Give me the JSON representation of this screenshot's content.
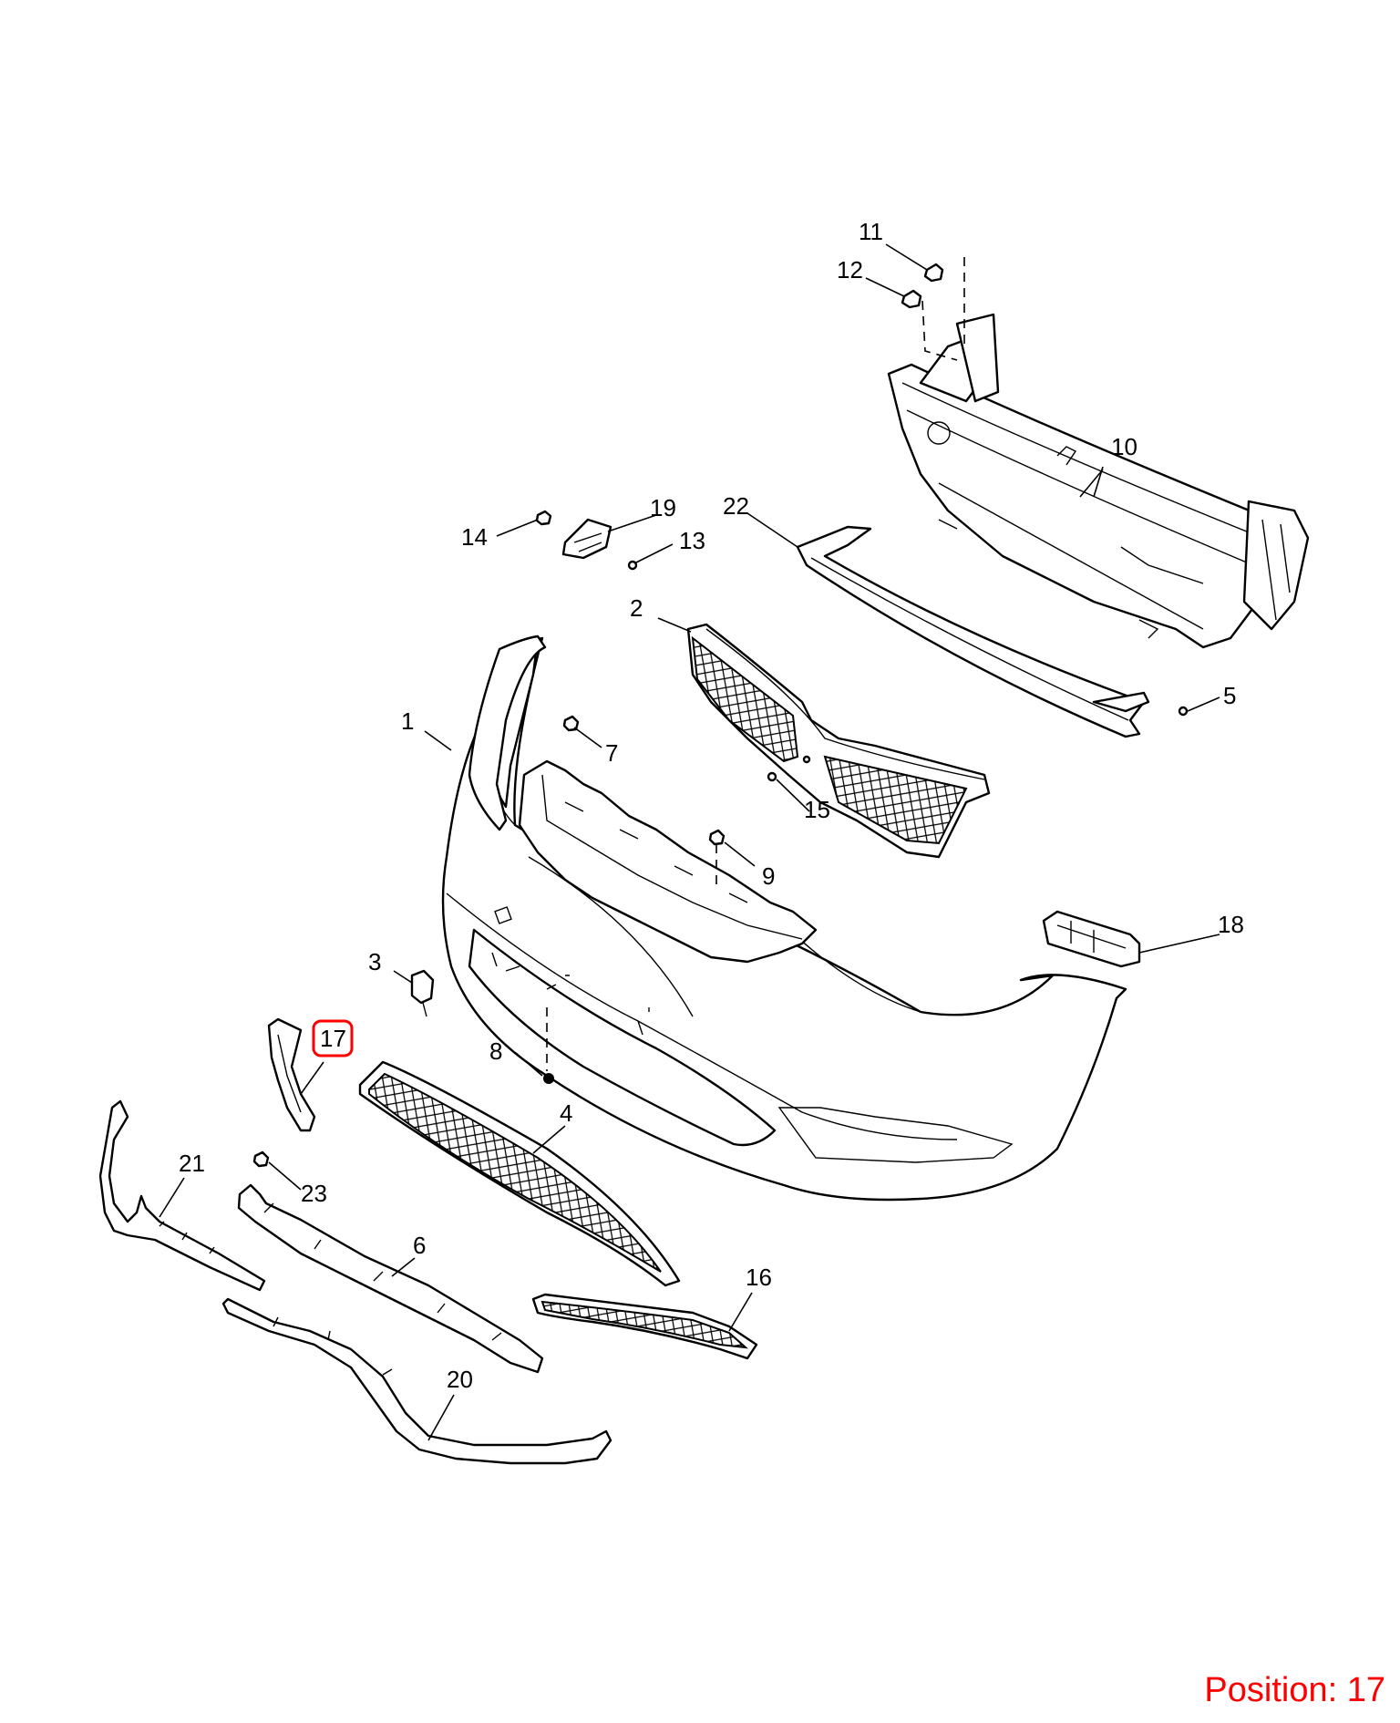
{
  "diagram": {
    "callouts": {
      "c1": "1",
      "c2": "2",
      "c3": "3",
      "c4": "4",
      "c5": "5",
      "c6": "6",
      "c7": "7",
      "c8": "8",
      "c9": "9",
      "c10": "10",
      "c11": "11",
      "c12": "12",
      "c13": "13",
      "c14": "14",
      "c15": "15",
      "c16": "16",
      "c17": "17",
      "c18": "18",
      "c19": "19",
      "c20": "20",
      "c21": "21",
      "c22": "22",
      "c23": "23"
    },
    "highlighted_callout": "17",
    "highlight_color": "#ff0000",
    "line_color": "#000000"
  },
  "position": {
    "prefix": "Position:",
    "value": "17",
    "color": "#ff0000"
  }
}
